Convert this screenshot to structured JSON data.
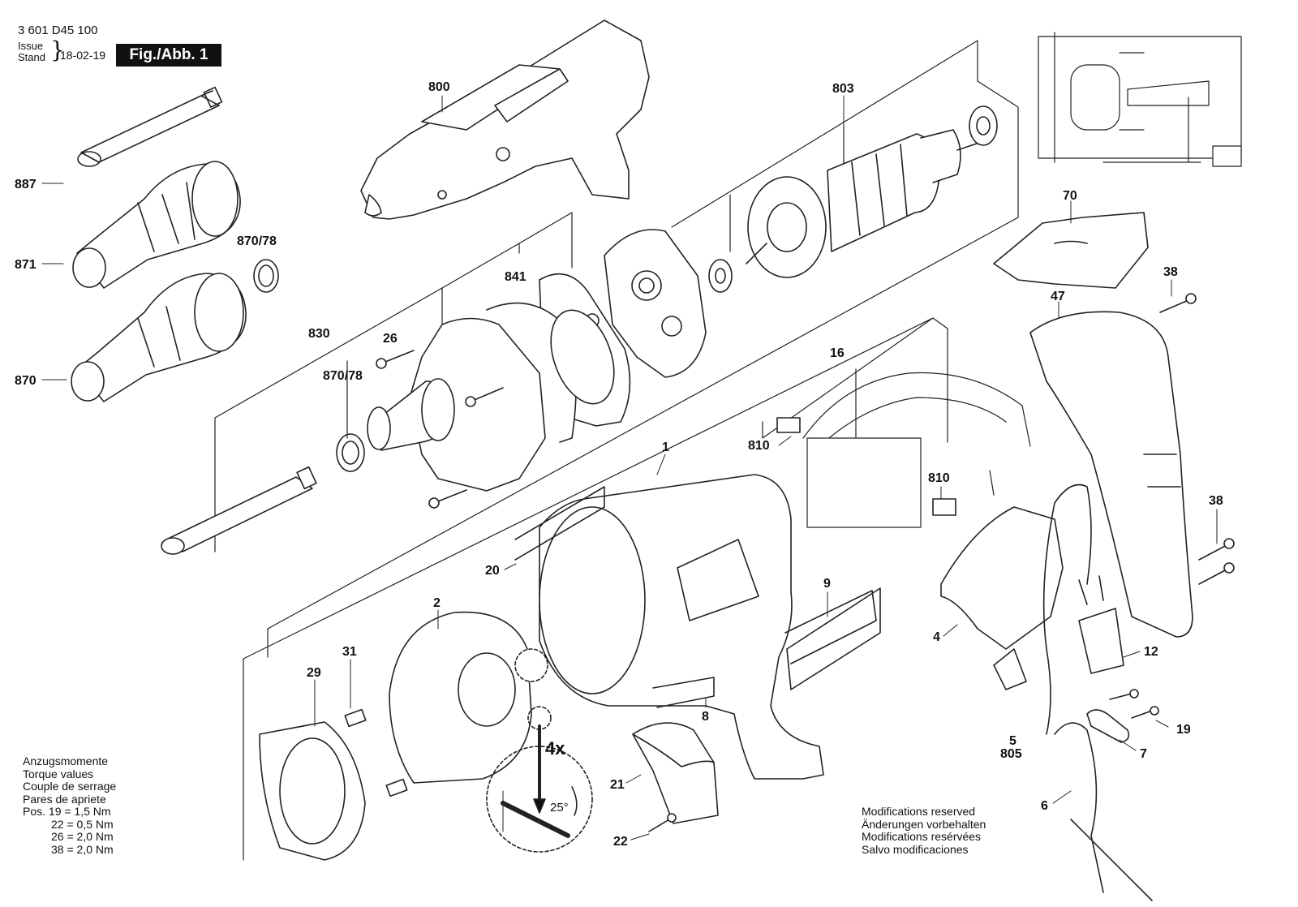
{
  "header": {
    "doc_number": "3 601 D45 100",
    "issue_label_en": "Issue",
    "issue_label_de": "Stand",
    "issue_date": "18-02-19",
    "figure_label": "Fig./Abb. 1"
  },
  "torque_note": {
    "lines": [
      "Anzugsmomente",
      "Torque values",
      "Couple de serrage",
      "Pares de apriete"
    ],
    "values": [
      "Pos. 19 = 1,5 Nm",
      "22 = 0,5 Nm",
      "26 = 2,0 Nm",
      "38 = 2,0 Nm"
    ]
  },
  "modifications_note": {
    "lines": [
      "Modifications reserved",
      "Änderungen vorbehalten",
      "Modifications resérvées",
      "Salvo modificaciones"
    ]
  },
  "callouts": {
    "p800": "800",
    "p803": "803",
    "p887": "887",
    "p871": "871",
    "p870_78_top": "870/78",
    "p870": "870",
    "p841": "841",
    "p830": "830",
    "p26": "26",
    "p870_78_mid": "870/78",
    "p70": "70",
    "p38_top": "38",
    "p47": "47",
    "p16": "16",
    "p810_top": "810",
    "p810_mid": "810",
    "p1": "1",
    "p20": "20",
    "p9": "9",
    "p38_mid": "38",
    "p2": "2",
    "p31": "31",
    "p29": "29",
    "p4": "4",
    "p12": "12",
    "p8": "8",
    "p21": "21",
    "p22": "22",
    "p5": "5",
    "p805": "805",
    "p19": "19",
    "p7": "7",
    "p6": "6"
  },
  "inset": {
    "multiplier": "4x",
    "angle": "25°"
  }
}
